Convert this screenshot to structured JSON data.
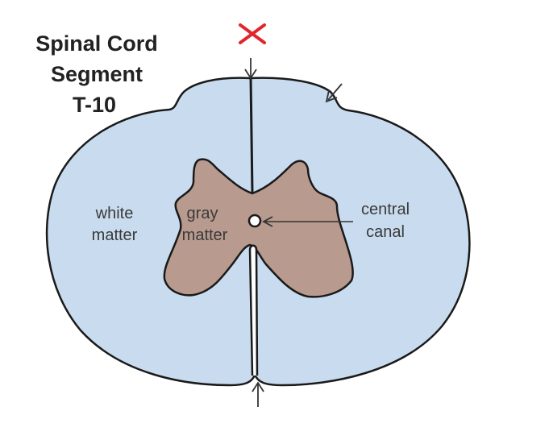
{
  "diagram": {
    "title_lines": [
      "Spinal Cord",
      "Segment",
      "T-10"
    ],
    "labels": {
      "white_matter": [
        "white",
        "matter"
      ],
      "gray_matter": [
        "gray",
        "matter"
      ],
      "central_canal": [
        "central",
        "canal"
      ]
    },
    "colors": {
      "white_matter_fill": "#c9dcef",
      "gray_matter_fill": "#b89a8e",
      "outline": "#1a1a1a",
      "arrow": "#333333",
      "x_mark": "#e0262b",
      "title": "#222222",
      "label": "#3a3a3a"
    }
  }
}
